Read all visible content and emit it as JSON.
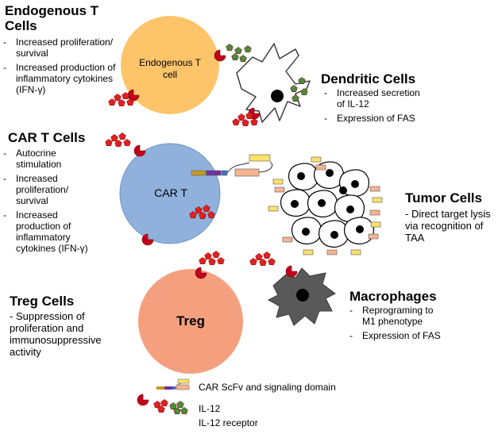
{
  "endogenous": {
    "heading": "Endogenous T Cells",
    "items": [
      "Increased proliferation/ survival",
      "Increased production of inflammatory cytokines (IFN-γ)"
    ],
    "cell_label": "Endogenous T cell"
  },
  "car_t": {
    "heading": "CAR T Cells",
    "items": [
      "Autocrine stimulation",
      "Increased proliferation/ survival",
      "Increased production of inflammatory cytokines (IFN-γ)"
    ],
    "cell_label": "CAR T"
  },
  "treg": {
    "heading": "Treg Cells",
    "note": "- Suppression of proliferation and immunosuppressive activity",
    "cell_label": "Treg"
  },
  "dendritic": {
    "heading": "Dendritic Cells",
    "items": [
      "Increased secretion of IL-12",
      "Expression of FAS"
    ]
  },
  "tumor": {
    "heading": "Tumor Cells",
    "note": "- Direct target lysis via recognition of TAA"
  },
  "macrophages": {
    "heading": "Macrophages",
    "items": [
      "Reprograming to M1 phenotype",
      "Expression of FAS"
    ]
  },
  "legend": {
    "car": "CAR ScFv and signaling domain",
    "il12": "IL-12",
    "receptor": "IL-12 receptor"
  },
  "colors": {
    "endogenous_cell": "#FDC46A",
    "car_t_cell": "#8FB1DC",
    "treg_cell": "#F4A07F",
    "il12": "#E12020",
    "il12_dendritic": "#4E8A3E",
    "receptor": "#C0001B",
    "macrophage": "#595959"
  }
}
